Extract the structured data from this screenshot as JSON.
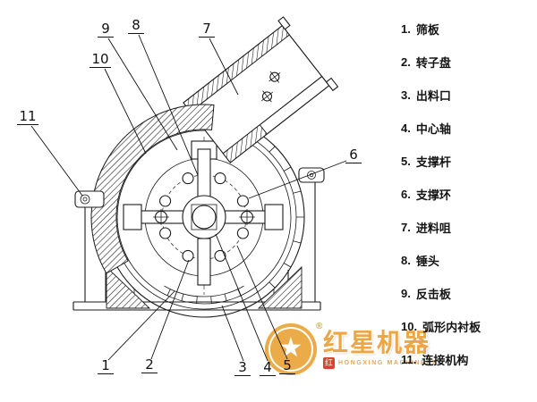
{
  "diagram": {
    "callouts": [
      "9",
      "8",
      "7",
      "10",
      "11",
      "6",
      "1",
      "2",
      "3",
      "4",
      "5"
    ]
  },
  "legend": {
    "items": [
      {
        "num": "1.",
        "label": "筛板"
      },
      {
        "num": "2.",
        "label": "转子盘"
      },
      {
        "num": "3.",
        "label": "出料口"
      },
      {
        "num": "4.",
        "label": "中心轴"
      },
      {
        "num": "5.",
        "label": "支撑杆"
      },
      {
        "num": "6.",
        "label": "支撑环"
      },
      {
        "num": "7.",
        "label": "进料咀"
      },
      {
        "num": "8.",
        "label": "锤头"
      },
      {
        "num": "9.",
        "label": "反击板"
      },
      {
        "num": "10.",
        "label": "弧形内衬板"
      },
      {
        "num": "11.",
        "label": "连接机构"
      }
    ]
  },
  "watermark": {
    "brand_cn": "红星机器",
    "brand_en": "HONGXING MACHINERY",
    "registered": "®",
    "seal": "红",
    "accent_color": "#eca23c"
  }
}
